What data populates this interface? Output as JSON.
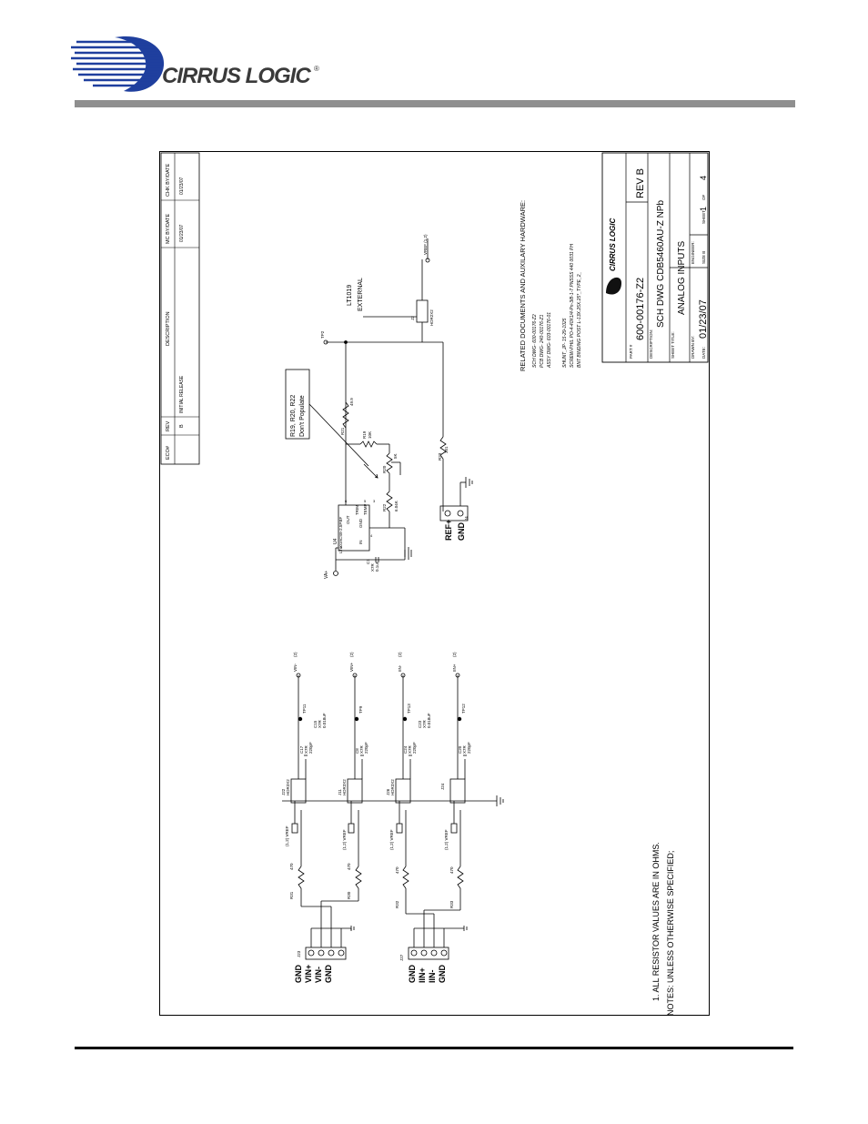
{
  "header": {
    "logo_text": "CIRRUS LOGIC",
    "logo_mark": "®",
    "colors": {
      "logo_blue": "#1f3f9e",
      "rule_gray": "#8f8f8f"
    }
  },
  "revision_table": {
    "headers": [
      "ECO#",
      "REV",
      "DESCRIPTION",
      "MC BY/DATE",
      "CHK BY/DATE"
    ],
    "rows": [
      {
        "eco": "",
        "rev": "B",
        "description": "INITIAL RELEASE",
        "mc": "01/23/07",
        "chk": "01/23/07"
      }
    ]
  },
  "title_block": {
    "brand": "CIRRUS LOGIC",
    "part_label": "PART #",
    "part_value": "600-00176-Z2",
    "rev_value": "REV B",
    "description_label": "DESCRIPTION:",
    "description_value": "SCH DWG CDB5460AU-Z NPb",
    "sheet_title_label": "SHEET TITLE:",
    "sheet_title_value": "ANALOG INPUTS",
    "drawn_by_label": "DRAWN BY:",
    "engineer_label": "ENGINEER:",
    "date_label": "DATE:",
    "date_value": "01/23/07",
    "size_label": "SIZE B",
    "sheet_label": "SHEET",
    "sheet_num": "1",
    "of_label": "OF",
    "sheet_total": "4"
  },
  "related_docs": {
    "heading": "RELATED DOCUMENTS AND AUXILARY HARDWARE:",
    "lines": [
      "SCH DWG- 600-00176-Z2",
      "PCB DWG- 240-00176-Z1",
      "ASSY DWG- 603-00176-01",
      "SHUNT_JP- 15-29-1025",
      "SCREW-PHIL PO-4-40X1/4-Pn-3/8-1-7 PNSSS 440 0031 PH",
      "BNT BINDING POST L-13X.25X.25*_TYPE_2_"
    ]
  },
  "notes": {
    "heading": "NOTES: UNLESS OTHERWISE SPECIFIED;",
    "items": [
      "1. ALL RESISTOR VALUES ARE IN OHMS."
    ]
  },
  "callouts": {
    "dont_populate_1": "R19, R20, R22",
    "dont_populate_2": "Don't Populate",
    "external_1": "LT1019",
    "external_2": "EXTERNAL"
  },
  "reference": {
    "u4_name": "U4",
    "u4_part": "LT1019CS8-2.5PBF",
    "pin_in": "IN",
    "pin_out": "OUT",
    "pin_gnd": "GND",
    "pin_trim": "TRIM",
    "pin_temp": "TEMP",
    "pin_n2": "2",
    "pin_n6": "6",
    "pin_n4": "4",
    "pin_n5": "5",
    "pin_n3": "3",
    "va": "VA+",
    "c1": "C1",
    "c1_val": "0.1uF",
    "c1_type": "X7R",
    "r19": "R19",
    "r19_val": "10K",
    "r20": "R20",
    "r20_val": "5K",
    "r21": "R21",
    "r21_val": "49.9",
    "r22": "R22",
    "r22_val": "6.04K",
    "r23": "R23",
    "r23_val": "301",
    "tp2": "TP2",
    "j2": "J2",
    "j2_type": "HDR2X2",
    "vref_out": "VREF (1,2)",
    "j4": "J4",
    "ref_plus": "REF+",
    "ref_gnd": "GND"
  },
  "inputs": {
    "j23": "J23",
    "j23_labels": [
      "GND",
      "VIN+",
      "VIN-",
      "GND"
    ],
    "j27": "J27",
    "j27_labels": [
      "GND",
      "IIN+",
      "IIN-",
      "GND"
    ],
    "channels": [
      {
        "res": "R31",
        "res_val": "470",
        "hdr": "J22",
        "hdr_type": "HDR3X2",
        "vref": "(1,2) VREF",
        "cap": "C17",
        "cap_type": "X7R",
        "cap_val": "220pF",
        "cap2": "C15",
        "cap2_type": "X7R",
        "cap2_val": "0.018uF",
        "tp": "TP11",
        "out": "VIN-",
        "out_ref": "(2)"
      },
      {
        "res": "R30",
        "res_val": "470",
        "hdr": "J11",
        "hdr_type": "HDR3X2",
        "vref": "(1,2) VREF",
        "cap": "C8",
        "cap_type": "X7R",
        "cap_val": "220pF",
        "cap2": "",
        "cap2_type": "",
        "cap2_val": "",
        "tp": "TP9",
        "out": "VIN+",
        "out_ref": "(2)"
      },
      {
        "res": "R32",
        "res_val": "470",
        "hdr": "J26",
        "hdr_type": "HDR3X2",
        "vref": "(1,2) VREF",
        "cap": "C24",
        "cap_type": "X7R",
        "cap_val": "220pF",
        "cap2": "C23",
        "cap2_type": "X7R",
        "cap2_val": "0.018uF",
        "tp": "TP13",
        "out": "IIN-",
        "out_ref": "(2)"
      },
      {
        "res": "R33",
        "res_val": "470",
        "hdr": "J24",
        "hdr_type": "",
        "vref": "(1,2) VREF",
        "cap": "C20",
        "cap_type": "X7R",
        "cap_val": "220pF",
        "cap2": "",
        "cap2_type": "",
        "cap2_val": "",
        "tp": "TP12",
        "out": "IIN+",
        "out_ref": "(2)"
      }
    ]
  }
}
